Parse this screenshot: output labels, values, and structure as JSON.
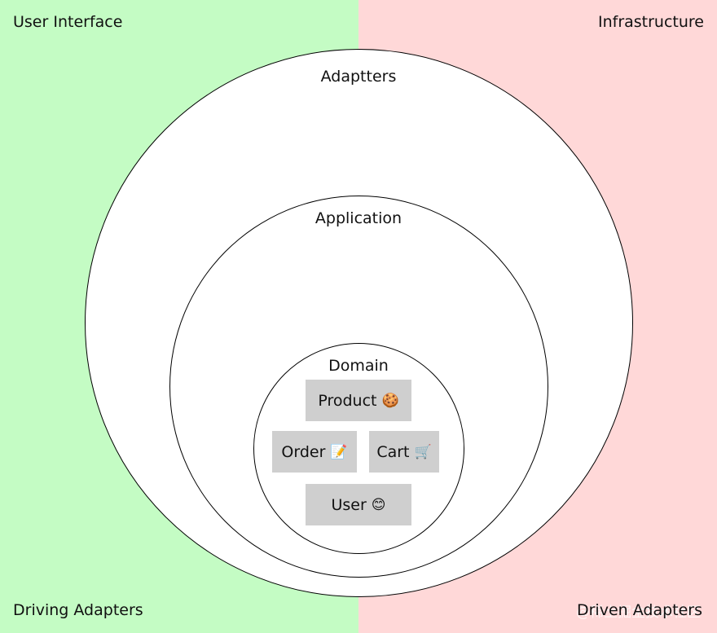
{
  "zones": {
    "left_color": "#c4fcc4",
    "right_color": "#ffd8d8",
    "top_left": "User Interface",
    "top_right": "Infrastructure",
    "bottom_left": "Driving Adapters",
    "bottom_right": "Driven Adapters"
  },
  "layers": {
    "outer": "Adaptters",
    "middle": "Application",
    "inner": "Domain"
  },
  "entities": [
    {
      "label": "Product",
      "emoji": "🍪",
      "icon": "cookie-icon"
    },
    {
      "label": "Order",
      "emoji": "📝",
      "icon": "memo-icon"
    },
    {
      "label": "Cart",
      "emoji": "🛒",
      "icon": "cart-icon"
    },
    {
      "label": "User",
      "emoji": "😊",
      "icon": "smile-icon"
    }
  ],
  "watermark": "@稀土掘金技术社区"
}
